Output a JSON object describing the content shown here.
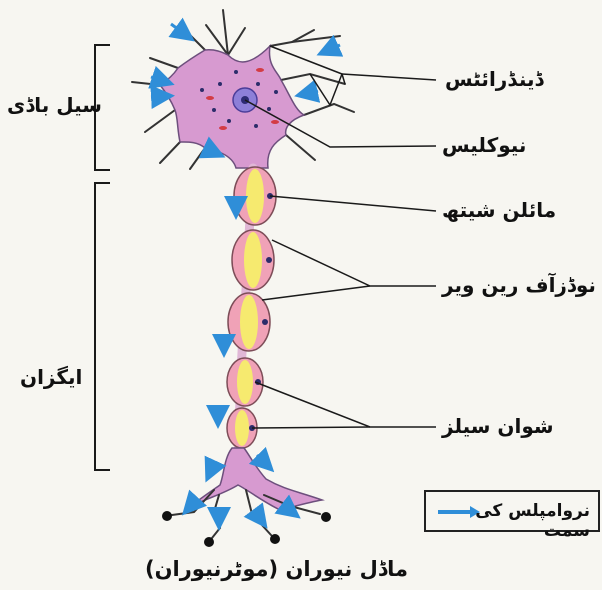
{
  "labels": {
    "cell_body": "سیل باڈی",
    "axon": "ایگزان",
    "dendrites": "ڈینڈرائٹس",
    "nucleus": "نیوکلیس",
    "myelin_sheath": "مائلن شیتھ",
    "nodes_of_ranvier": "نوڈزآف رین ویر",
    "schwann_cells": "شوان سیلز",
    "caption": "ماڈل نیوران (موٹرنیوران)"
  },
  "legend": {
    "impulse_direction": "نروامپلس کی سمت"
  },
  "colors": {
    "cell_body": "#d79ad0",
    "axon_core": "#e0b7d6",
    "myelin_pink": "#f0a2b7",
    "myelin_yellow": "#f6ee6a",
    "arrow": "#2f8ed8",
    "nucleus": "#8d7fd8",
    "line": "#1a1a1a"
  }
}
